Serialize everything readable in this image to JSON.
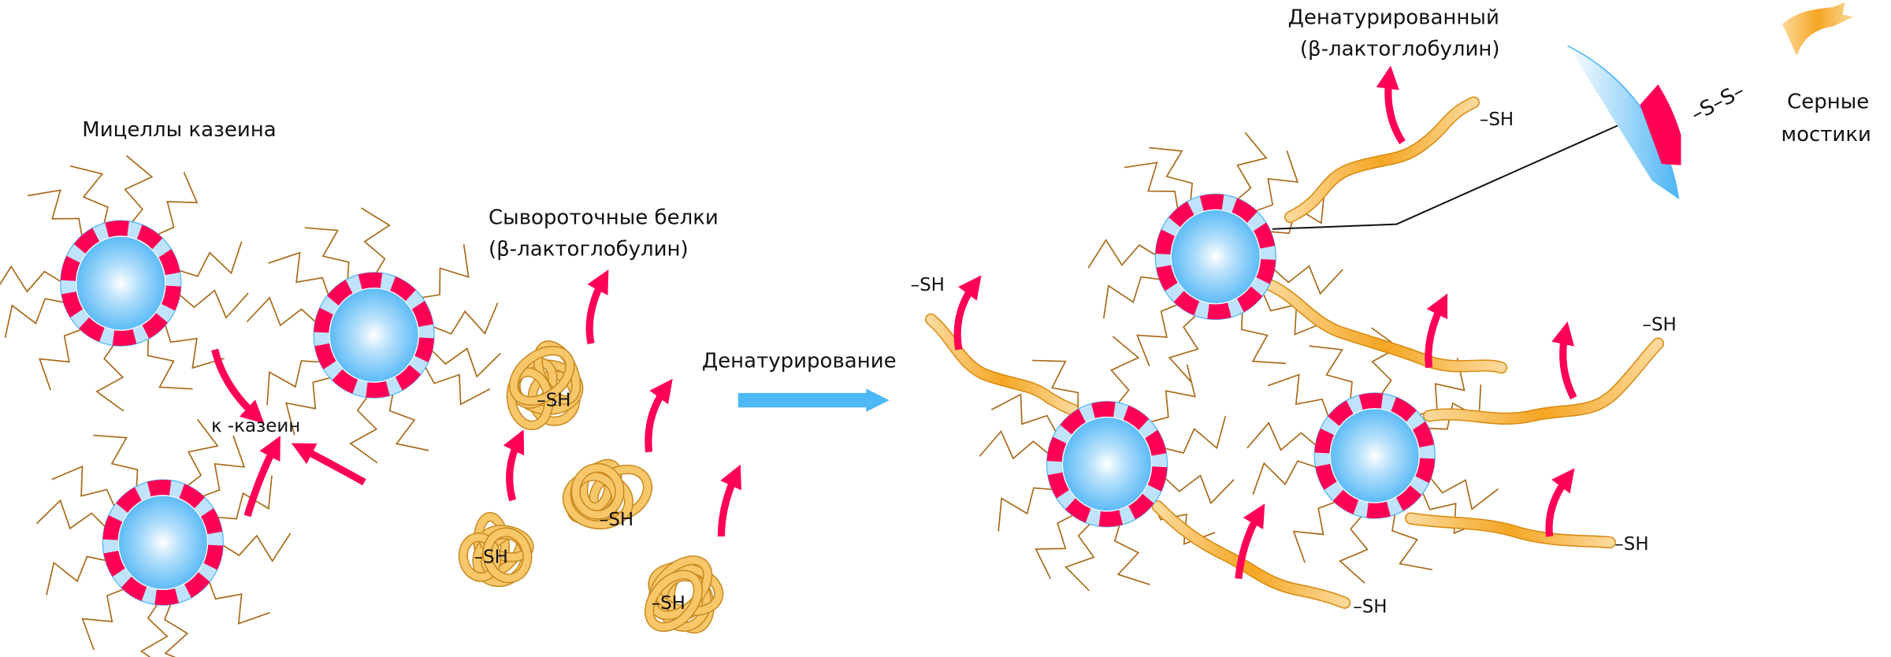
{
  "labels": {
    "casein_micelles": "Мицеллы казеина",
    "kappa_casein": "κ -казеин",
    "whey_proteins_line1": "Сывороточные белки",
    "whey_proteins_line2": "(β-лактоглобулин)",
    "denaturation": "Денатурирование",
    "denatured_line1": "Денатурированный",
    "denatured_line2": "(β-лактоглобулин)",
    "disulfide": "–S–S–",
    "sulfur_bridges_line1": "Серные",
    "sulfur_bridges_line2": "мостики"
  },
  "sh_label": "–SH",
  "colors": {
    "arrow_red": "#ff0055",
    "core_blue": "#4db5f5",
    "process_arrow": "#4cb8f5",
    "protein_orange": "#f5a623",
    "hair_brown": "#a86a1a"
  }
}
